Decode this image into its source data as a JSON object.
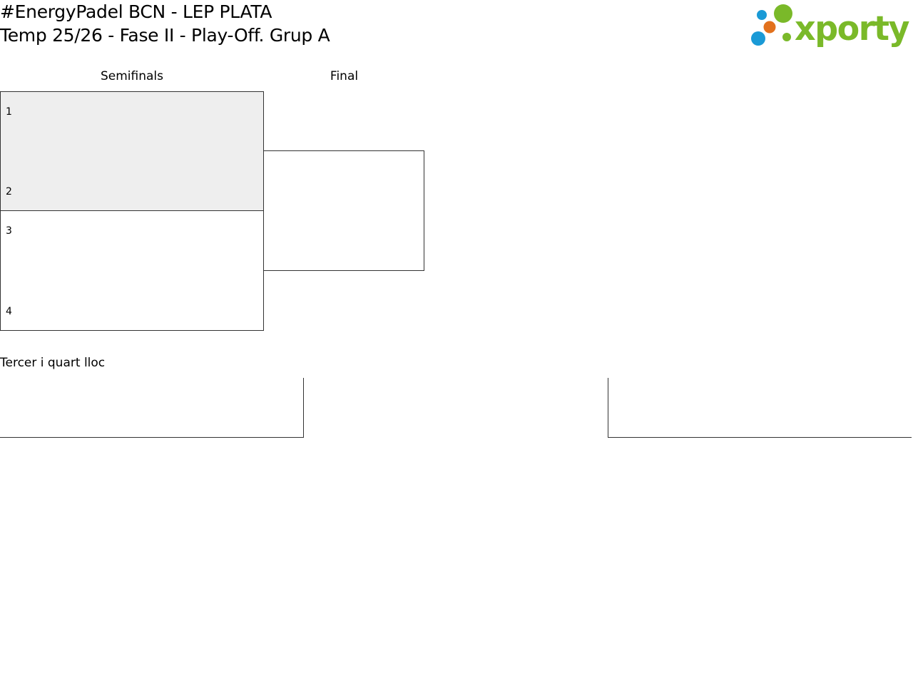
{
  "header": {
    "title_line_1": "#EnergyPadel BCN - LEP PLATA",
    "title_line_2": "Temp 25/26 - Fase II - Play-Off. Grup A"
  },
  "logo": {
    "text": "xporty",
    "colors": {
      "green": "#7ab929",
      "orange": "#e2711d",
      "blue": "#1a9ad6"
    }
  },
  "bracket": {
    "rounds": [
      {
        "label": "Semifinals"
      },
      {
        "label": "Final"
      }
    ],
    "semifinals": [
      {
        "top_seed": "1",
        "bottom_seed": "2",
        "highlight": true
      },
      {
        "top_seed": "3",
        "bottom_seed": "4",
        "highlight": false
      }
    ],
    "third_place": {
      "label": "Tercer i quart lloc"
    }
  },
  "colors": {
    "highlight_bg": "#eeeeee",
    "border": "#333333"
  }
}
